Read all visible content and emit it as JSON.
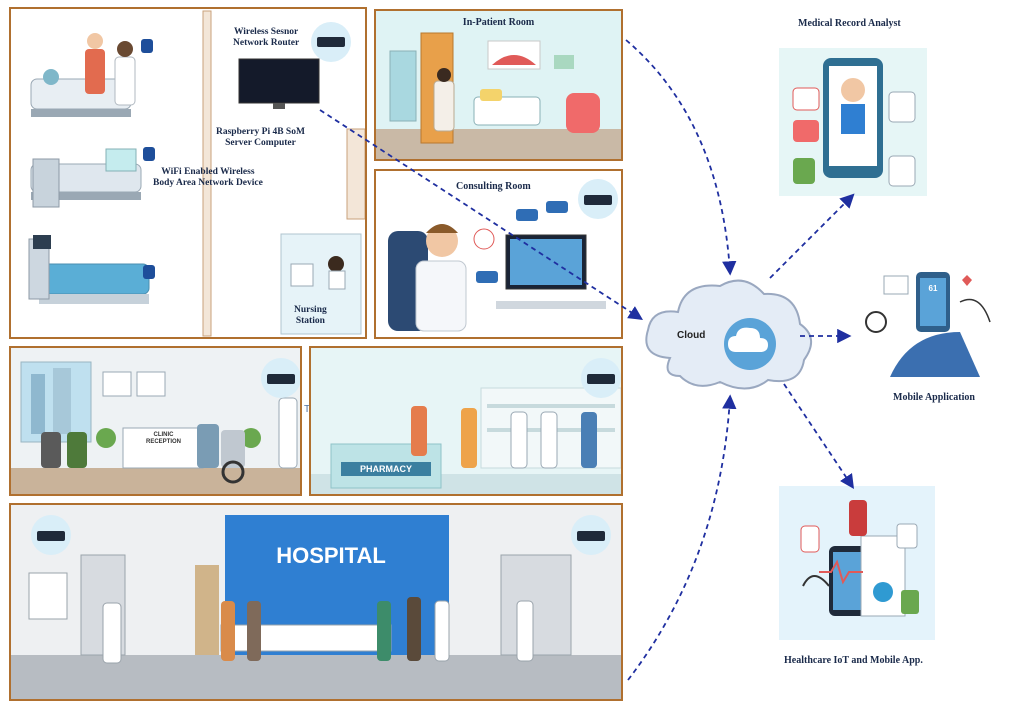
{
  "labels": {
    "wireless_router": "Wireless Sesnor\nNetwork Router",
    "raspberry": "Raspberry Pi 4B SoM\nServer Computer",
    "wban": "WiFi Enabled Wireless\nBody Area Network Device",
    "nursing": "Nursing\nStation",
    "inpatient": "In-Patient Room",
    "consulting": "Consulting Room",
    "clinic_sign": "CLINIC\nRECEPTION",
    "text_stray": "Text",
    "pharmacy": "PHARMACY",
    "hospital": "HOSPITAL",
    "cloud": "Cloud",
    "medical_record": "Medical Record Analyst",
    "mobile_app": "Mobile Application",
    "healthcare_iot": "Healthcare IoT and Mobile App.",
    "phone_reading": "61"
  },
  "colors": {
    "panel_border": "#b0702f",
    "arrow": "#1f2fa0",
    "cloud_fill": "#e4ecf6",
    "badge": "#d9eef8"
  }
}
